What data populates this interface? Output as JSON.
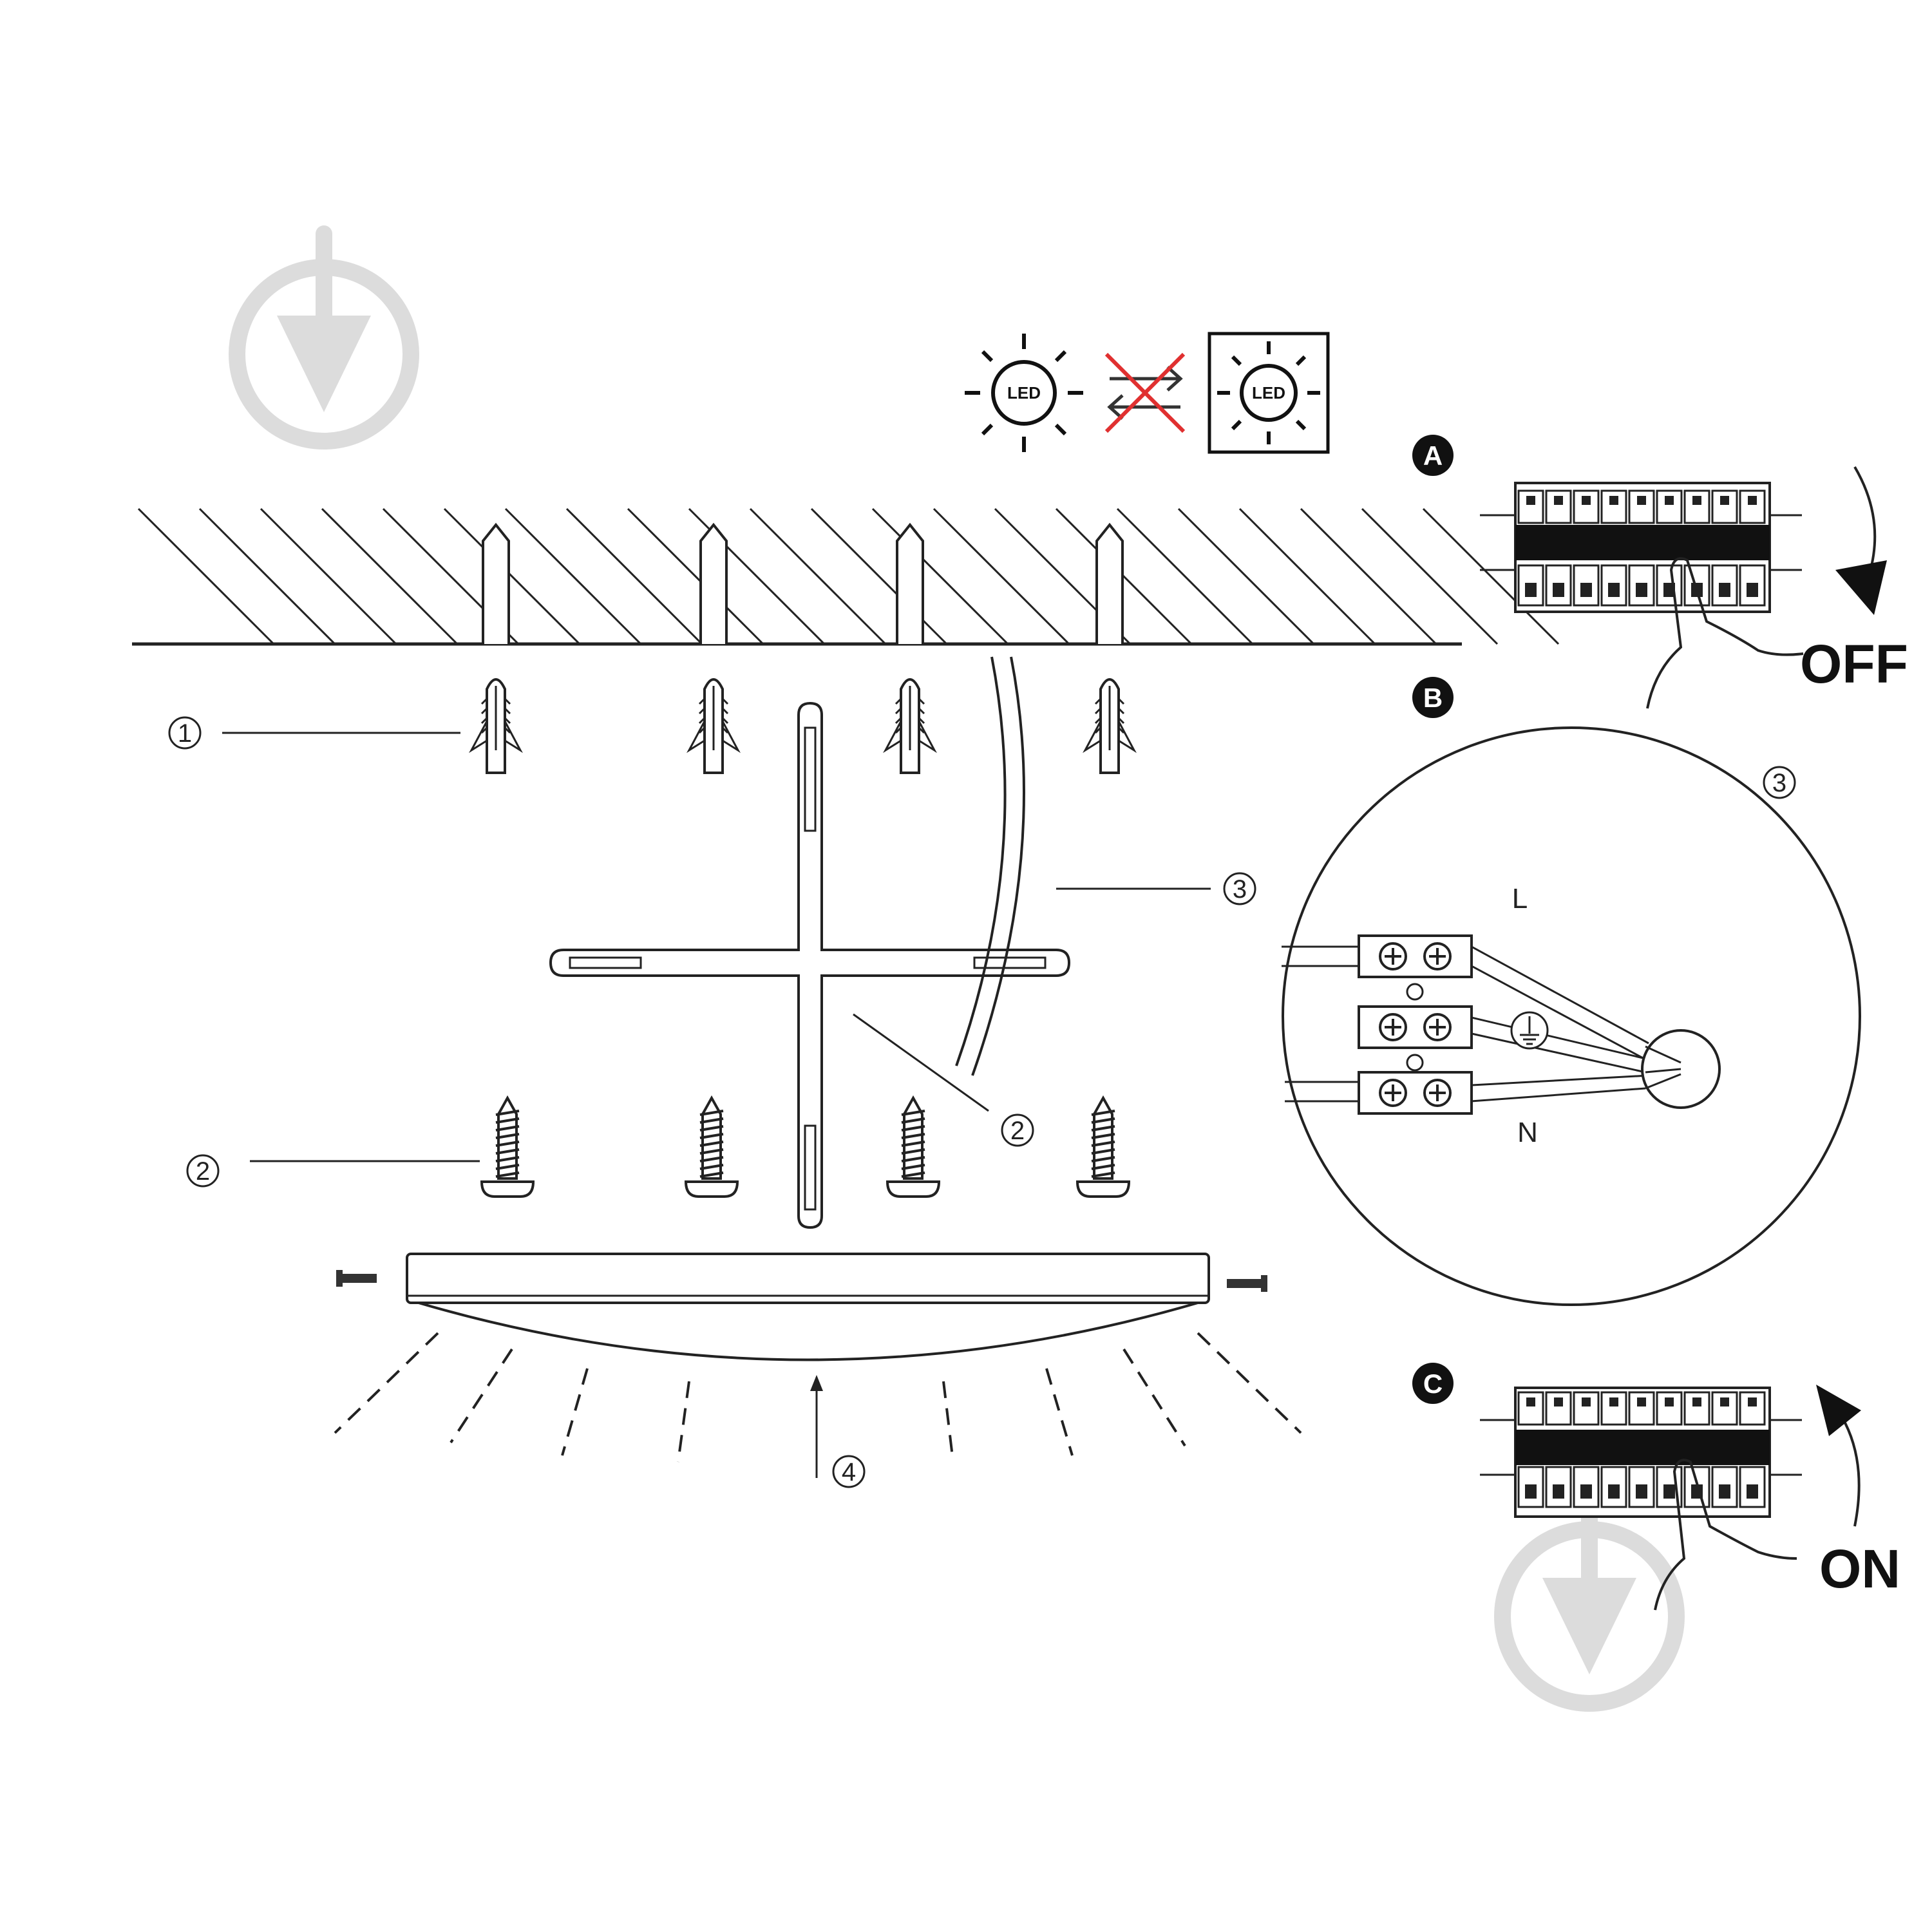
{
  "led_icons": {
    "led_label": "LED",
    "cross_color": "#e03030"
  },
  "steps": {
    "a": "A",
    "b": "B",
    "c": "C"
  },
  "switch_states": {
    "off": "OFF",
    "on": "ON"
  },
  "callouts": {
    "dowel": "1",
    "screw": "2",
    "bracket": "2",
    "cable": "3",
    "detail": "3",
    "lamp": "4"
  },
  "wiring": {
    "live": "L",
    "neutral": "N",
    "earth_icon": "ground-icon"
  },
  "watermark": {
    "icon": "download-arrow-icon",
    "color": "#d8d8d8"
  }
}
